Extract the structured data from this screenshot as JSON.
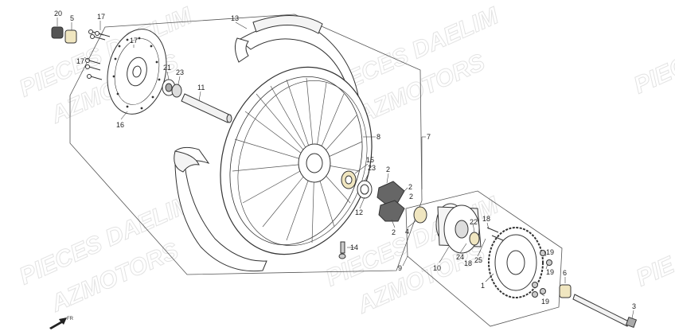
{
  "watermarks": [
    {
      "id": "wm1",
      "text": "PIECES DAELIM"
    },
    {
      "id": "wm2",
      "text": "AZMOTORS"
    },
    {
      "id": "wm3",
      "text": "PIECES DAELIM"
    },
    {
      "id": "wm4",
      "text": "AZMOTORS"
    },
    {
      "id": "wm5",
      "text": "PIECES DAELIM"
    },
    {
      "id": "wm6",
      "text": "AZMOTORS"
    },
    {
      "id": "wm7",
      "text": "PIECES DAELIM"
    },
    {
      "id": "wm8",
      "text": "AZMOTORS"
    },
    {
      "id": "wm9",
      "text": "PIECE"
    },
    {
      "id": "wm10",
      "text": "PIE"
    }
  ],
  "callouts": [
    {
      "id": "c1",
      "text": "20"
    },
    {
      "id": "c2",
      "text": "5"
    },
    {
      "id": "c3",
      "text": "17"
    },
    {
      "id": "c4",
      "text": "17"
    },
    {
      "id": "c5",
      "text": "17"
    },
    {
      "id": "c6",
      "text": "16"
    },
    {
      "id": "c7",
      "text": "21"
    },
    {
      "id": "c8",
      "text": "23"
    },
    {
      "id": "c9",
      "text": "11"
    },
    {
      "id": "c10",
      "text": "13"
    },
    {
      "id": "c11",
      "text": "8"
    },
    {
      "id": "c12",
      "text": "7"
    },
    {
      "id": "c13",
      "text": "15"
    },
    {
      "id": "c14",
      "text": "23"
    },
    {
      "id": "c15",
      "text": "12"
    },
    {
      "id": "c16",
      "text": "2"
    },
    {
      "id": "c17",
      "text": "2"
    },
    {
      "id": "c18",
      "text": "2"
    },
    {
      "id": "c19",
      "text": "2"
    },
    {
      "id": "c20",
      "text": "4"
    },
    {
      "id": "c21",
      "text": "9"
    },
    {
      "id": "c22",
      "text": "14"
    },
    {
      "id": "c23",
      "text": "10"
    },
    {
      "id": "c24",
      "text": "24"
    },
    {
      "id": "c25",
      "text": "18"
    },
    {
      "id": "c26",
      "text": "18"
    },
    {
      "id": "c27",
      "text": "22"
    },
    {
      "id": "c28",
      "text": "25"
    },
    {
      "id": "c29",
      "text": "1"
    },
    {
      "id": "c30",
      "text": "19"
    },
    {
      "id": "c31",
      "text": "19"
    },
    {
      "id": "c32",
      "text": "19"
    },
    {
      "id": "c33",
      "text": "6"
    },
    {
      "id": "c34",
      "text": "3"
    }
  ],
  "direction_label": "FR",
  "colors": {
    "line": "#333333",
    "light_line": "#777777",
    "watermark": "#e3e3e3",
    "background": "#ffffff"
  }
}
